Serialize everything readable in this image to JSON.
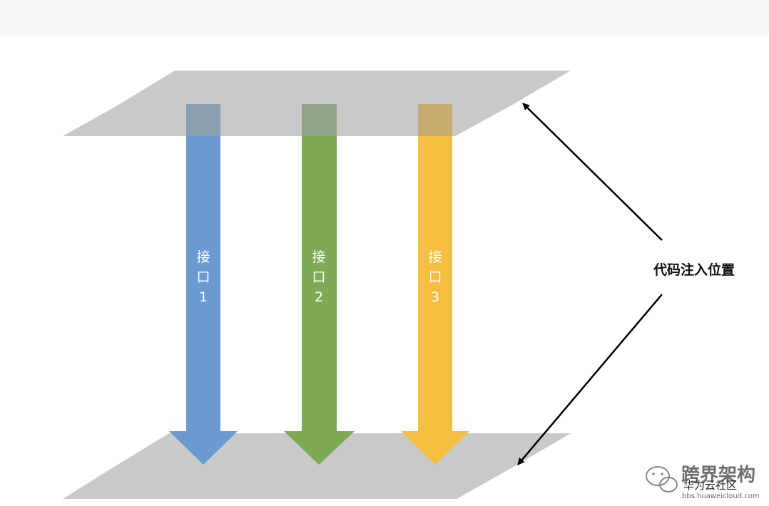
{
  "diagram": {
    "interfaces": [
      {
        "line1": "接",
        "line2": "口",
        "line3": "1",
        "color": "#6a9ad0",
        "overlay": "#8aa0b2"
      },
      {
        "line1": "接",
        "line2": "口",
        "line3": "2",
        "color": "#7ea955",
        "overlay": "#8fa485"
      },
      {
        "line1": "接",
        "line2": "口",
        "line3": "3",
        "color": "#f4be3e",
        "overlay": "#c8ae6e"
      }
    ],
    "callout_label": "代码注入位置",
    "layer_color": "#c9c9c9"
  },
  "watermark": {
    "title": "跨界架构",
    "subtitle": "华为云社区",
    "url": "bbs.huaweicloud.com"
  }
}
